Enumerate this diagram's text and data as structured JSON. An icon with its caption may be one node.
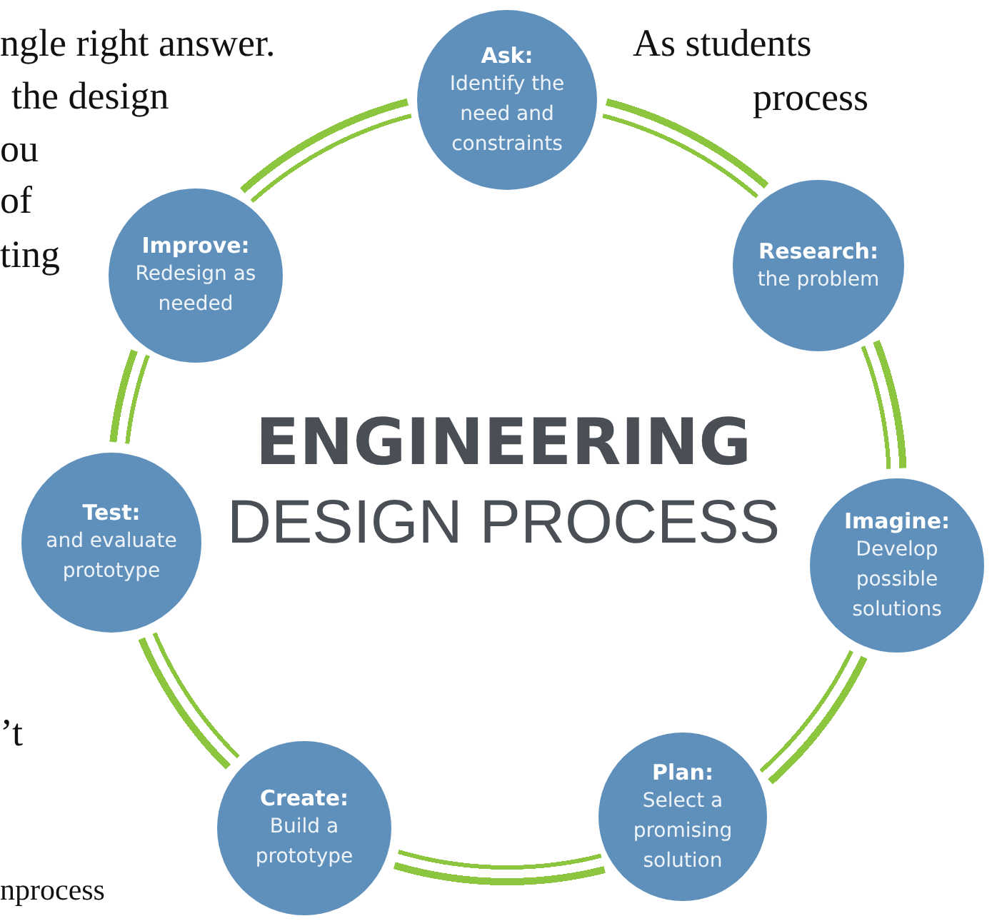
{
  "diagram": {
    "title": "ENGINEERING DESIGN PROCESS",
    "nodes": [
      {
        "text": [
          "Ask:",
          "Identify the need and constraints"
        ]
      },
      {
        "text": [
          "Research:",
          "the problem"
        ]
      },
      {
        "text": [
          "Imagine:",
          "Develop possible solutions"
        ]
      },
      {
        "text": [
          "Plan:",
          "Select a promising solution"
        ]
      },
      {
        "text": [
          "Create:",
          "Build a prototype"
        ]
      },
      {
        "text": [
          "Test:",
          "and evaluate prototype"
        ]
      },
      {
        "text": [
          "Improve:",
          "Redesign as needed"
        ]
      }
    ],
    "edges": [
      {
        "from": 0,
        "to": 1,
        "arrow": "none"
      },
      {
        "from": 1,
        "to": 2,
        "arrow": "none"
      },
      {
        "from": 2,
        "to": 3,
        "arrow": "none"
      },
      {
        "from": 3,
        "to": 4,
        "arrow": "none"
      },
      {
        "from": 4,
        "to": 5,
        "arrow": "none"
      },
      {
        "from": 5,
        "to": 6,
        "arrow": "none"
      },
      {
        "from": 6,
        "to": 0,
        "arrow": "none"
      }
    ],
    "labels": [
      "ngle right answer.",
      "As students",
      "the design",
      "process",
      "ou",
      "of",
      "ting",
      "’t",
      "nprocess"
    ]
  }
}
